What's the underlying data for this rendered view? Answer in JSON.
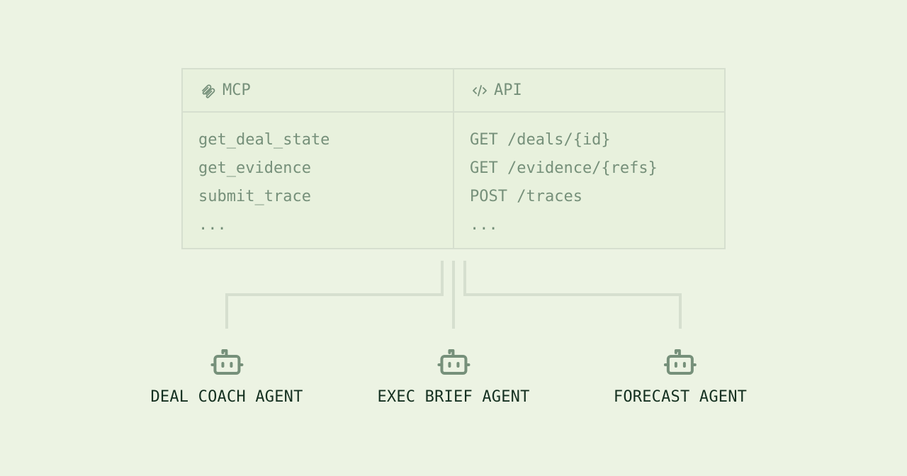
{
  "mcp": {
    "title": "MCP",
    "icon": "paperclip-icon",
    "items": [
      "get_deal_state",
      "get_evidence",
      "submit_trace",
      "..."
    ]
  },
  "api": {
    "title": "API",
    "icon": "code-icon",
    "items": [
      "GET /deals/{id}",
      "GET /evidence/{refs}",
      "POST /traces",
      "..."
    ]
  },
  "agents": [
    {
      "label": "DEAL COACH AGENT",
      "icon": "robot-icon"
    },
    {
      "label": "EXEC BRIEF AGENT",
      "icon": "robot-icon"
    },
    {
      "label": "FORECAST AGENT",
      "icon": "robot-icon"
    }
  ],
  "colors": {
    "background": "#ecf3e3",
    "panel": "#e8f1dd",
    "border": "#d6dfcf",
    "muted_text": "#76907a",
    "agent_text": "#143020"
  }
}
